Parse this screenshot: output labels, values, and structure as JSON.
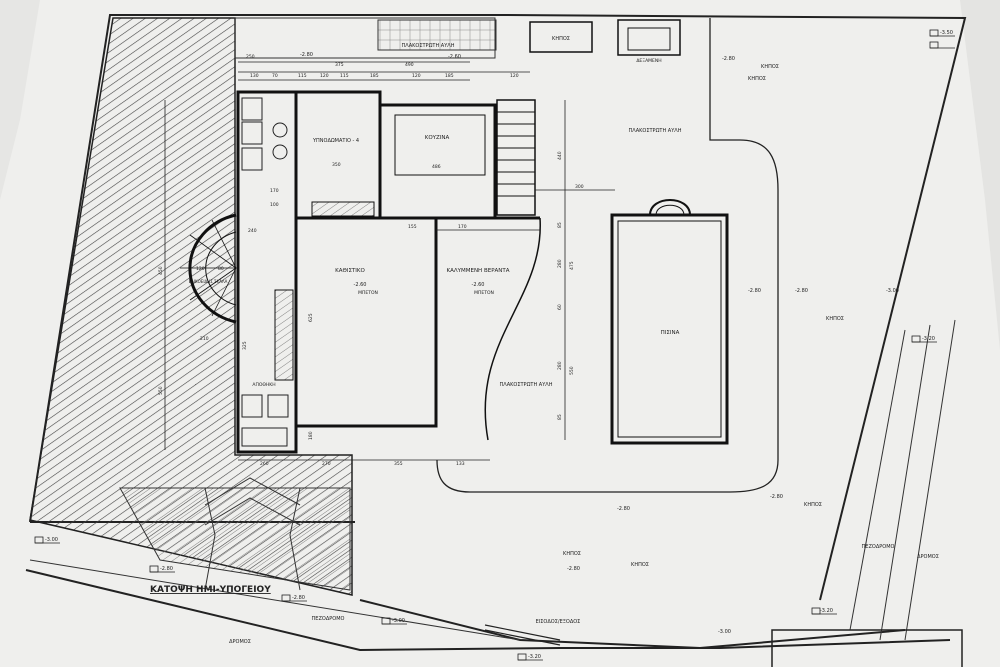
{
  "title": "ΚΑΤΟΨΗ ΗΜΙ-ΥΠΟΓΕΙΟΥ",
  "rooms": {
    "lounge": "ΚΑΘΙΣΤΙΚΟ",
    "lounge_level": "-2.60",
    "lounge_floor": "ΜΠΕΤΟΝ",
    "veranda": "ΚΑΛΥΜΜΕΝΗ ΒΕΡΑΝΤΑ",
    "veranda_level": "-2.60",
    "veranda_floor": "ΜΠΕΤΟΝ",
    "bedroom": "ΥΠΝΟΔΩΜΑΤΙΟ - 4",
    "kitchen": "ΚΟΥΖΙΝΑ",
    "pool": "ΠΙΣΙΝΑ",
    "storage": "ΑΠΟΘΗΚΗ",
    "stair": "ΕΛΙΚΟΕΙΔΗΣ ΣΚΑΛΑ",
    "cistern": "ΔΕΞΑΜΕΝΗ"
  },
  "labels": {
    "paved_yard": "ΠΛΑΚΟΣΤΡΩΤΗ ΑΥΛΗ",
    "paved_yard_top": "ΠΛΑΚΟΣΤΡΩΤΗ ΑΥΛΗ",
    "paved_yard_mid": "ΠΛΑΚΟΣΤΡΩΤΗ ΑΥΛΗ",
    "garden": "ΚΗΠΟΣ",
    "garden_top": "ΚΗΠΟΣ",
    "garden_right": "ΚΗΠΟΣ",
    "garden_bottom": "ΚΗΠΟΣ",
    "garden_bottom2": "ΚΗΠΟΣ",
    "garden_bottom3": "ΚΗΠΟΣ",
    "garden_mid": "ΚΗΠΟΣ",
    "sidewalk": "ΠΕΖΟΔΡΟΜΟ",
    "sidewalk_right": "ΠΕΖΟΔΡΟΜΟ",
    "road": "ΔΡΟΜΟΣ",
    "road_right": "ΔΡΟΜΟΣ",
    "entrance": "ΕΙΣΟΔΟΣ/ΕΞΟΔΟΣ"
  },
  "levels": [
    "-3.00",
    "-2.80",
    "-2.60",
    "-2.80",
    "-3.00",
    "-3.20",
    "-2.80",
    "-2.80",
    "-3.00",
    "-2.80",
    "-3.00",
    "-3.20",
    "-3.20",
    "-2.80",
    "-2.80",
    "-2.80",
    "-3.50",
    "-2.80"
  ],
  "dimensions": {
    "top_row": [
      "130",
      "70",
      "115",
      "120",
      "115",
      "185",
      "120",
      "185",
      "120"
    ],
    "top_total": "375",
    "top_total2": "490",
    "right_stack": [
      "440",
      "85",
      "280",
      "475",
      "60",
      "280",
      "550",
      "85"
    ],
    "pool_width": "300",
    "bedroom_width": "350",
    "kitchen_width": "486",
    "left_total": "450",
    "left_total2": "550",
    "bottom_row": [
      "260",
      "270",
      "355",
      "133"
    ],
    "veranda_row": [
      "155",
      "170"
    ],
    "small_a": "120",
    "small_b": "80",
    "small_c": "100",
    "small_d": "210",
    "small_e": "170",
    "small_f": "625",
    "small_g": "325",
    "small_h": "180",
    "small_i": "250",
    "small_j": "240"
  }
}
